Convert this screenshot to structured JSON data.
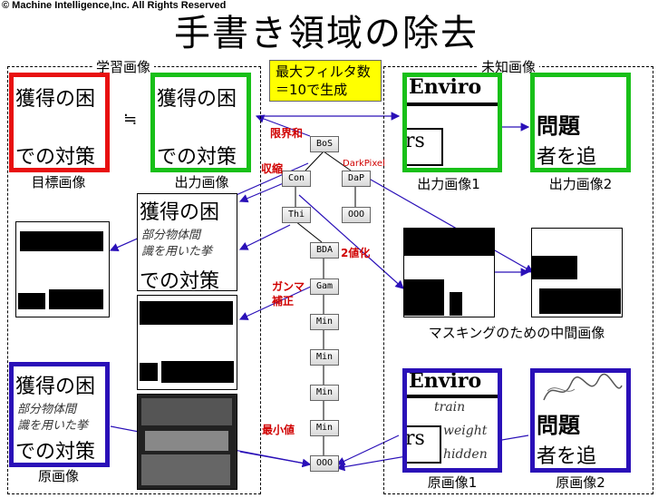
{
  "copyright": "© Machine Intelligence,Inc. All Rights Reserved",
  "title": "手書き領域の除去",
  "sections": {
    "learning": "学習画像",
    "unknown": "未知画像"
  },
  "note": {
    "line1": "最大フィルタ数",
    "line2": "＝10で生成"
  },
  "approx_symbol": "≒",
  "captions": {
    "target": "目標画像",
    "output": "出力画像",
    "original": "原画像",
    "output1": "出力画像1",
    "output2": "出力画像2",
    "masking": "マスキングのための中間画像",
    "original1": "原画像1",
    "original2": "原画像2"
  },
  "sample_text": {
    "line1": "獲得の困",
    "line2": "での対策",
    "hand1": "部分物体間",
    "hand2": "識を用いた挙",
    "enviro": "Enviro",
    "rs": "rs",
    "mondai": "問題",
    "tsui": "者を追",
    "train": "train",
    "weight": "weight",
    "hidden": "hidden"
  },
  "nodes": {
    "bos": "BoS",
    "con": "Con",
    "dap": "DaP",
    "thi": "Thi",
    "ooo1": "OOO",
    "bda": "BDA",
    "gam": "Gam",
    "min": "Min",
    "ooo2": "OOO"
  },
  "labels": {
    "genkaiwa": "限界和",
    "shukushou": "収縮",
    "darkpixel": "DarkPixel",
    "nichika": "2値化",
    "gamma": "ガンマ\n補正",
    "saishouchi": "最小値"
  },
  "colors": {
    "red": "#e81010",
    "green": "#18c018",
    "blue": "#2a10b8",
    "arrow": "#2a10b8",
    "note_bg": "#ffff00"
  }
}
